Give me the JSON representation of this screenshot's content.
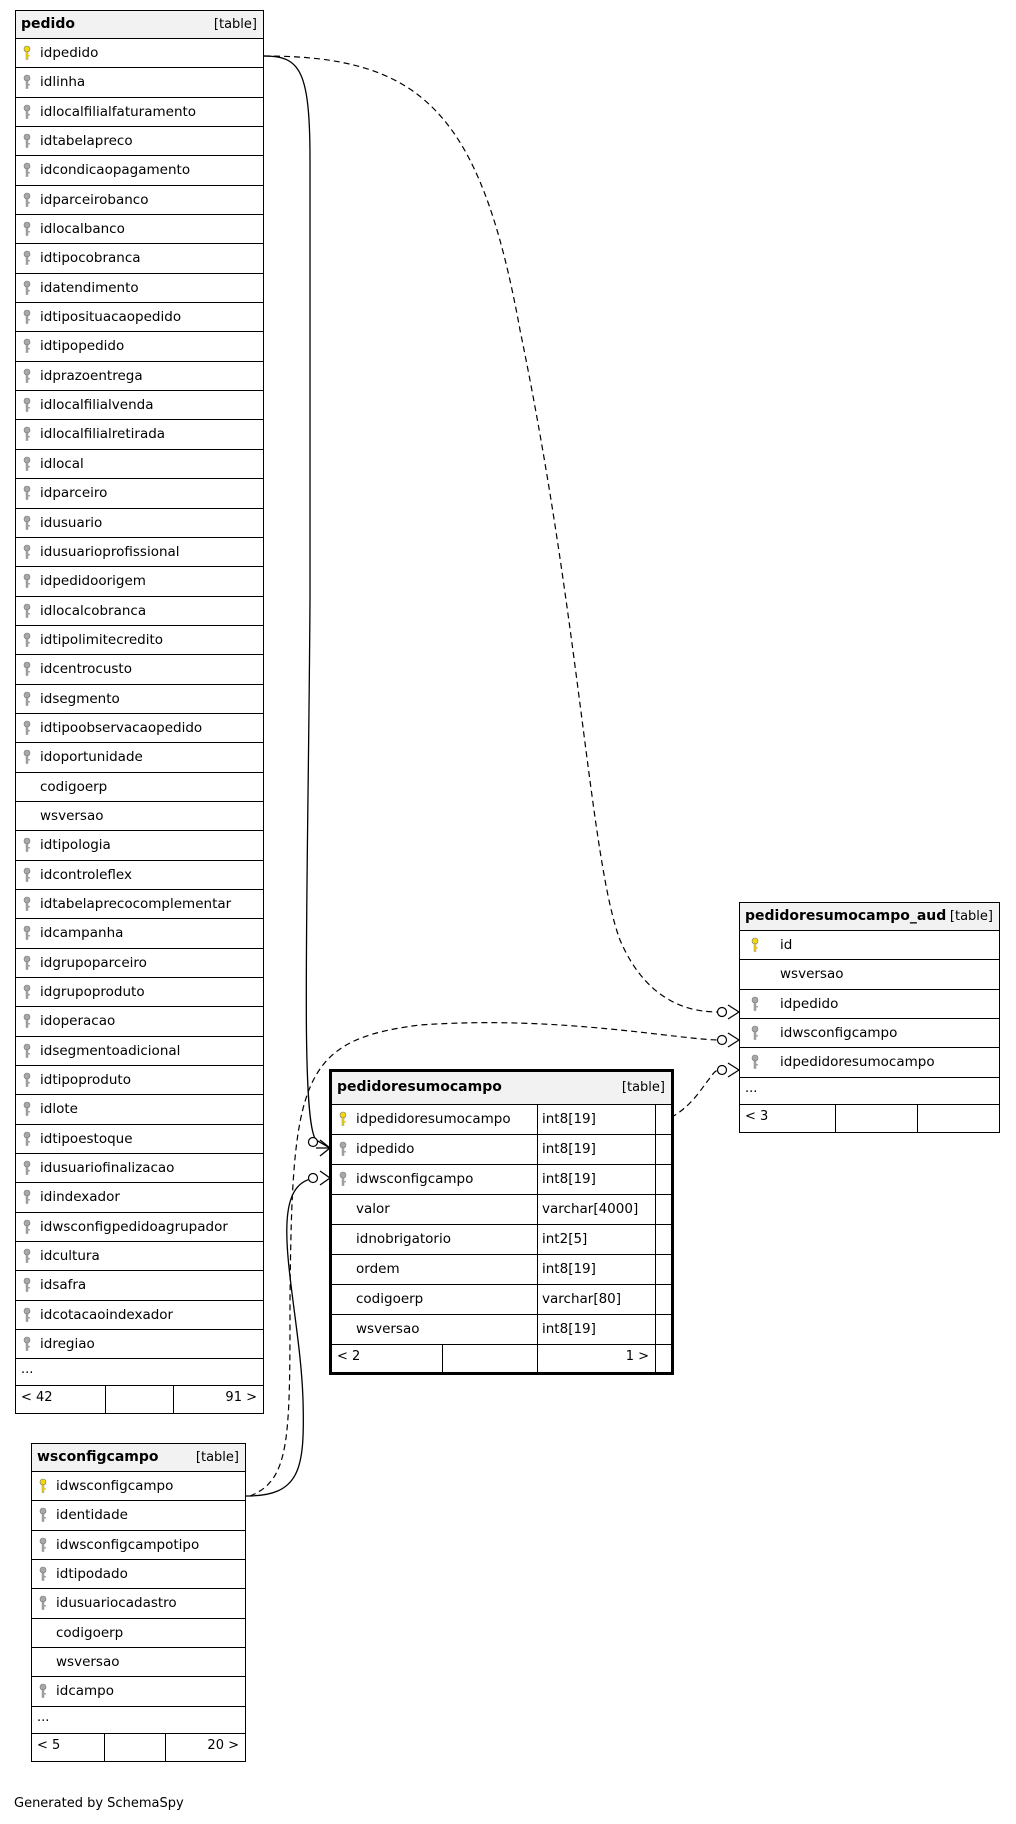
{
  "tables": {
    "pedido": {
      "name": "pedido",
      "type": "[table]",
      "columns": [
        {
          "name": "idpedido",
          "key": "pk"
        },
        {
          "name": "idlinha",
          "key": "fk"
        },
        {
          "name": "idlocalfilialfaturamento",
          "key": "fk"
        },
        {
          "name": "idtabelapreco",
          "key": "fk"
        },
        {
          "name": "idcondicaopagamento",
          "key": "fk"
        },
        {
          "name": "idparceirobanco",
          "key": "fk"
        },
        {
          "name": "idlocalbanco",
          "key": "fk"
        },
        {
          "name": "idtipocobranca",
          "key": "fk"
        },
        {
          "name": "idatendimento",
          "key": "fk"
        },
        {
          "name": "idtiposituacaopedido",
          "key": "fk"
        },
        {
          "name": "idtipopedido",
          "key": "fk"
        },
        {
          "name": "idprazoentrega",
          "key": "fk"
        },
        {
          "name": "idlocalfilialvenda",
          "key": "fk"
        },
        {
          "name": "idlocalfilialretirada",
          "key": "fk"
        },
        {
          "name": "idlocal",
          "key": "fk"
        },
        {
          "name": "idparceiro",
          "key": "fk"
        },
        {
          "name": "idusuario",
          "key": "fk"
        },
        {
          "name": "idusuarioprofissional",
          "key": "fk"
        },
        {
          "name": "idpedidoorigem",
          "key": "fk"
        },
        {
          "name": "idlocalcobranca",
          "key": "fk"
        },
        {
          "name": "idtipolimitecredito",
          "key": "fk"
        },
        {
          "name": "idcentrocusto",
          "key": "fk"
        },
        {
          "name": "idsegmento",
          "key": "fk"
        },
        {
          "name": "idtipoobservacaopedido",
          "key": "fk"
        },
        {
          "name": "idoportunidade",
          "key": "fk"
        },
        {
          "name": "codigoerp",
          "key": ""
        },
        {
          "name": "wsversao",
          "key": ""
        },
        {
          "name": "idtipologia",
          "key": "fk"
        },
        {
          "name": "idcontroleflex",
          "key": "fk"
        },
        {
          "name": "idtabelaprecocomplementar",
          "key": "fk"
        },
        {
          "name": "idcampanha",
          "key": "fk"
        },
        {
          "name": "idgrupoparceiro",
          "key": "fk"
        },
        {
          "name": "idgrupoproduto",
          "key": "fk"
        },
        {
          "name": "idoperacao",
          "key": "fk"
        },
        {
          "name": "idsegmentoadicional",
          "key": "fk"
        },
        {
          "name": "idtipoproduto",
          "key": "fk"
        },
        {
          "name": "idlote",
          "key": "fk"
        },
        {
          "name": "idtipoestoque",
          "key": "fk"
        },
        {
          "name": "idusuariofinalizacao",
          "key": "fk"
        },
        {
          "name": "idindexador",
          "key": "fk"
        },
        {
          "name": "idwsconfigpedidoagrupador",
          "key": "fk"
        },
        {
          "name": "idcultura",
          "key": "fk"
        },
        {
          "name": "idsafra",
          "key": "fk"
        },
        {
          "name": "idcotacaoindexador",
          "key": "fk"
        },
        {
          "name": "idregiao",
          "key": "fk"
        }
      ],
      "more": "...",
      "footer": {
        "left": "< 42",
        "right": "91 >"
      }
    },
    "pedidoresumocampo_aud": {
      "name": "pedidoresumocampo_aud",
      "type": "[table]",
      "columns": [
        {
          "name": "id",
          "key": "pk"
        },
        {
          "name": "wsversao",
          "key": ""
        },
        {
          "name": "idpedido",
          "key": "fk"
        },
        {
          "name": "idwsconfigcampo",
          "key": "fk"
        },
        {
          "name": "idpedidoresumocampo",
          "key": "fk"
        }
      ],
      "more": "...",
      "footer": {
        "left": "< 3",
        "right": ""
      }
    },
    "pedidoresumocampo": {
      "name": "pedidoresumocampo",
      "type": "[table]",
      "columns": [
        {
          "name": "idpedidoresumocampo",
          "key": "pk",
          "type": "int8[19]"
        },
        {
          "name": "idpedido",
          "key": "fk",
          "type": "int8[19]"
        },
        {
          "name": "idwsconfigcampo",
          "key": "fk",
          "type": "int8[19]"
        },
        {
          "name": "valor",
          "key": "",
          "type": "varchar[4000]"
        },
        {
          "name": "idnobrigatorio",
          "key": "",
          "type": "int2[5]"
        },
        {
          "name": "ordem",
          "key": "",
          "type": "int8[19]"
        },
        {
          "name": "codigoerp",
          "key": "",
          "type": "varchar[80]"
        },
        {
          "name": "wsversao",
          "key": "",
          "type": "int8[19]"
        }
      ],
      "footer": {
        "left": "< 2",
        "right": "1 >"
      }
    },
    "wsconfigcampo": {
      "name": "wsconfigcampo",
      "type": "[table]",
      "columns": [
        {
          "name": "idwsconfigcampo",
          "key": "pk"
        },
        {
          "name": "identidade",
          "key": "fk"
        },
        {
          "name": "idwsconfigcampotipo",
          "key": "fk"
        },
        {
          "name": "idtipodado",
          "key": "fk"
        },
        {
          "name": "idusuariocadastro",
          "key": "fk"
        },
        {
          "name": "codigoerp",
          "key": ""
        },
        {
          "name": "wsversao",
          "key": ""
        },
        {
          "name": "idcampo",
          "key": "fk"
        }
      ],
      "more": "...",
      "footer": {
        "left": "< 5",
        "right": "20 >"
      }
    }
  },
  "colors": {
    "pk_key": "#f5d80a",
    "fk_key": "#a8a8a8"
  },
  "generated_by": "Generated by SchemaSpy"
}
